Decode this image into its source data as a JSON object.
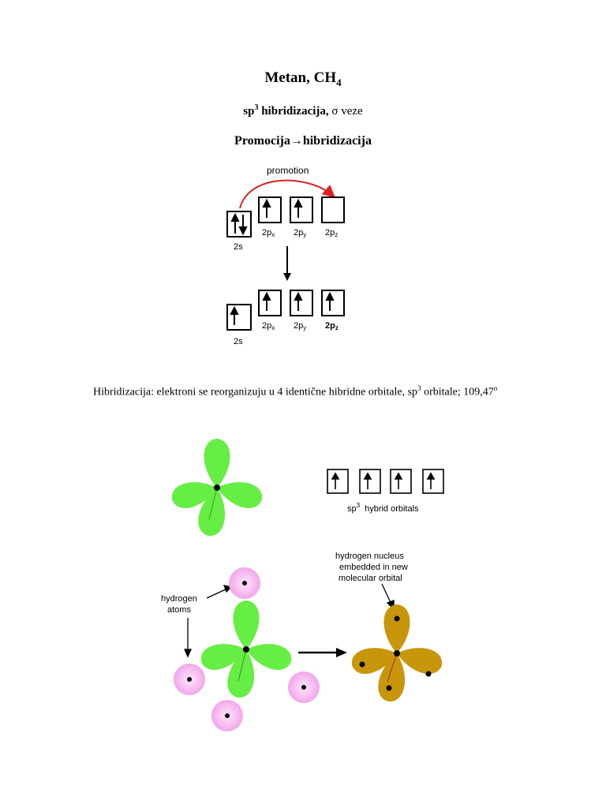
{
  "title": {
    "text": "Metan, CH",
    "sub": "4"
  },
  "subtitle": {
    "sp": "sp",
    "sup": "3",
    "bold": " hibridizacija,",
    "rest": " σ veze"
  },
  "heading": "Promocija→hibridizacija",
  "diagram1": {
    "promotion_label": "promotion",
    "top_labels": [
      "2s",
      "2p",
      "2p",
      "2p"
    ],
    "top_subs": [
      "",
      "x",
      "y",
      "z"
    ],
    "bottom_labels": [
      "2s",
      "2p",
      "2p",
      "2p"
    ],
    "bottom_subs": [
      "",
      "x",
      "y",
      "z"
    ]
  },
  "paragraph": {
    "line1": "Hibridizacija: elektroni se reorganizuju u 4 identične hibridne orbitale, sp",
    "line1_sup": "3",
    "line2": "orbitale; 109,47",
    "line2_sup": "o"
  },
  "diagram2": {
    "sp3_label": "sp",
    "sp3_sup": "3",
    "sp3_rest": "hybrid orbitals",
    "hydrogen_label_1": "hydrogen",
    "hydrogen_label_2": "atoms",
    "nucleus_label_1": "hydrogen nucleus",
    "nucleus_label_2": "embedded in new",
    "nucleus_label_3": "molecular orbital",
    "colors": {
      "orbital": "#66ee44",
      "molecular": "#c8960a",
      "hydrogen": "#f6b6f0",
      "arrow": "#dd2222"
    }
  }
}
